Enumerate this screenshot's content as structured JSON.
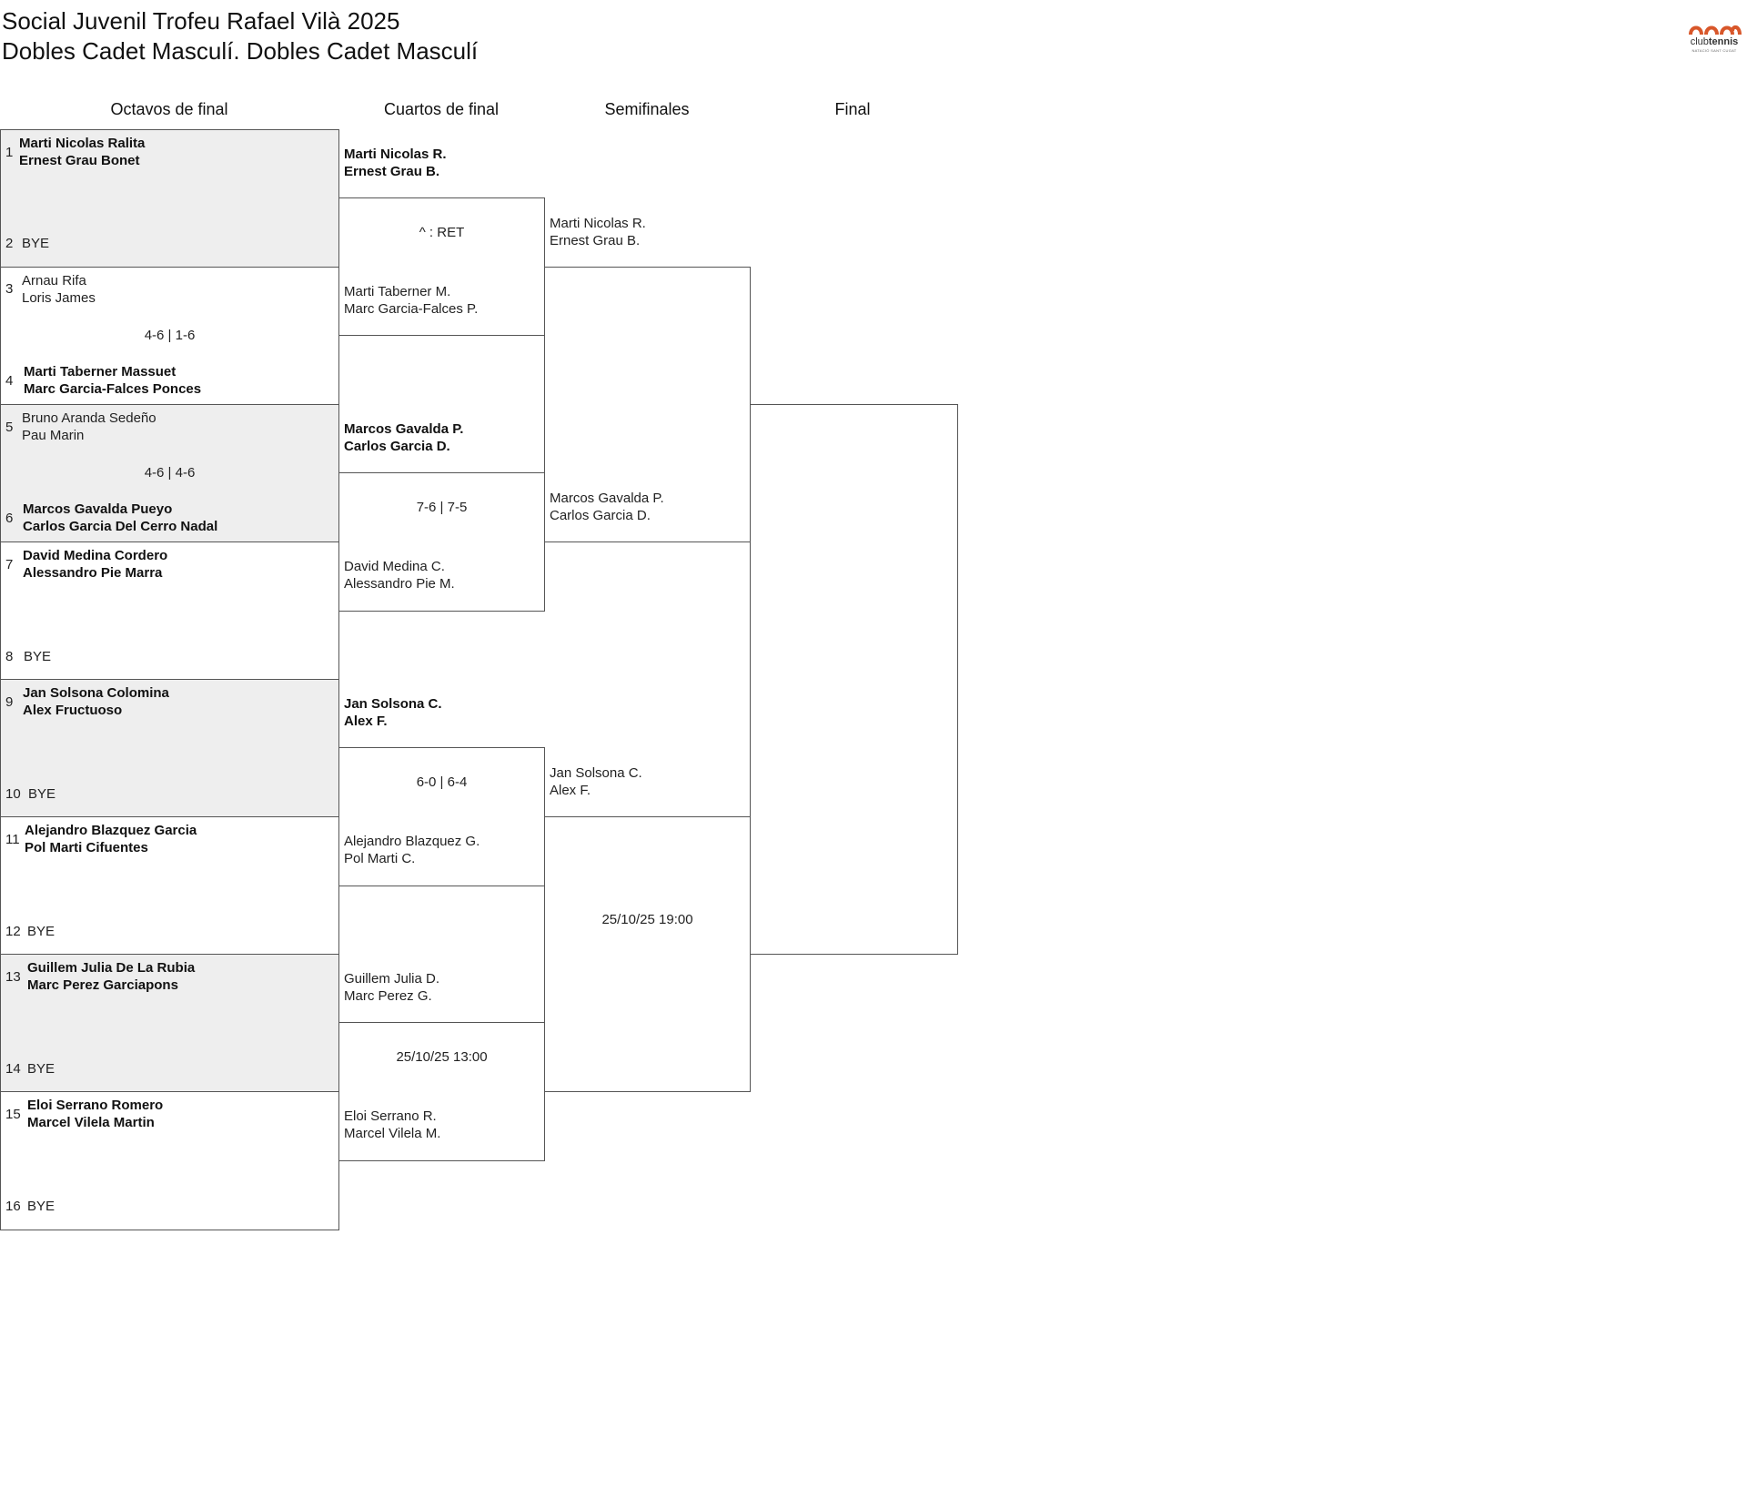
{
  "header": {
    "title": "Social Juvenil Trofeu Rafael Vilà 2025",
    "subtitle": "Dobles Cadet Masculí. Dobles Cadet Masculí",
    "logo_text_light": "club",
    "logo_text_bold": "tennis",
    "logo_sub": "NATACIÓ SANT CUGAT"
  },
  "rounds": [
    "Octavos de final",
    "Cuartos de final",
    "Semifinales",
    "Final"
  ],
  "r16": [
    {
      "seed": "1",
      "names": [
        "Marti Nicolas Ralita",
        "Ernest Grau Bonet"
      ]
    },
    {
      "seed": "2",
      "names": [
        "BYE"
      ]
    },
    {
      "seed": "3",
      "names": [
        "Arnau Rifa",
        "Loris James"
      ]
    },
    {
      "seed": "4",
      "names": [
        "Marti Taberner Massuet",
        "Marc Garcia-Falces Ponces"
      ]
    },
    {
      "seed": "5",
      "names": [
        "Bruno Aranda Sedeño",
        "Pau Marin"
      ]
    },
    {
      "seed": "6",
      "names": [
        "Marcos Gavalda Pueyo",
        "Carlos Garcia Del Cerro Nadal"
      ]
    },
    {
      "seed": "7",
      "names": [
        "David Medina Cordero",
        "Alessandro Pie Marra"
      ]
    },
    {
      "seed": "8",
      "names": [
        "BYE"
      ]
    },
    {
      "seed": "9",
      "names": [
        "Jan Solsona Colomina",
        "Alex Fructuoso"
      ]
    },
    {
      "seed": "10",
      "names": [
        "BYE"
      ]
    },
    {
      "seed": "11",
      "names": [
        "Alejandro Blazquez Garcia",
        "Pol Marti Cifuentes"
      ]
    },
    {
      "seed": "12",
      "names": [
        "BYE"
      ]
    },
    {
      "seed": "13",
      "names": [
        "Guillem Julia De La Rubia",
        "Marc Perez Garciapons"
      ]
    },
    {
      "seed": "14",
      "names": [
        "BYE"
      ]
    },
    {
      "seed": "15",
      "names": [
        "Eloi Serrano Romero",
        "Marcel Vilela Martin"
      ]
    },
    {
      "seed": "16",
      "names": [
        "BYE"
      ]
    }
  ],
  "r16_scores": [
    "",
    "4-6 | 1-6",
    "4-6 | 4-6",
    "",
    "",
    "",
    "",
    ""
  ],
  "qf": [
    {
      "names": [
        "Marti Nicolas R.",
        "Ernest Grau B."
      ]
    },
    {
      "names": [
        "Marti Taberner M.",
        "Marc Garcia-Falces P."
      ]
    },
    {
      "names": [
        "Marcos Gavalda P.",
        "Carlos Garcia D."
      ]
    },
    {
      "names": [
        "David Medina C.",
        "Alessandro Pie M."
      ]
    },
    {
      "names": [
        "Jan Solsona C.",
        "Alex F."
      ]
    },
    {
      "names": [
        "Alejandro Blazquez G.",
        "Pol Marti C."
      ]
    },
    {
      "names": [
        "Guillem Julia D.",
        "Marc Perez G."
      ]
    },
    {
      "names": [
        "Eloi Serrano R.",
        "Marcel Vilela M."
      ]
    }
  ],
  "qf_scores": [
    "^ : RET",
    "7-6 | 7-5",
    "6-0 | 6-4",
    "25/10/25 13:00"
  ],
  "sf": [
    {
      "names": [
        "Marti Nicolas R.",
        "Ernest Grau B."
      ]
    },
    {
      "names": [
        "Marcos Gavalda P.",
        "Carlos Garcia D."
      ]
    },
    {
      "names": [
        "Jan Solsona C.",
        "Alex F."
      ]
    },
    {
      "names": []
    }
  ],
  "sf_scores": [
    "",
    "25/10/25 19:00"
  ]
}
